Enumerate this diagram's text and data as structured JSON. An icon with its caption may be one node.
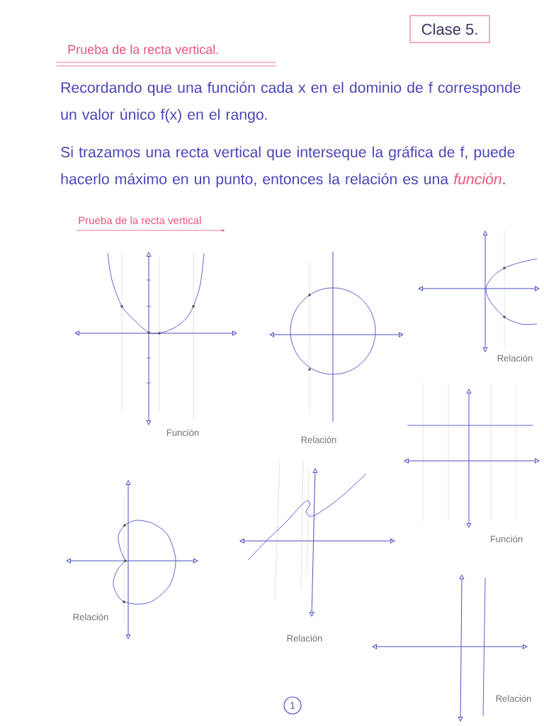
{
  "diagram": {
    "title": "Prueba de la recta vertical.",
    "nodes": [
      {
        "text": [
          "Clase 5."
        ]
      },
      {
        "text": [
          "1"
        ]
      }
    ],
    "labels": [
      "Recordando que una función cada x en el dominio de f corresponde un valor único f(x) en el rango.",
      "Si trazamos una recta vertical que interseque la gráfica de f, puede hacerlo máximo en un punto, entonces la relación es una *función*.",
      "Prueba de la recta vertical",
      "Relación",
      "Función",
      "Relación",
      "Función",
      "Relación",
      "Relación",
      "Relación"
    ]
  }
}
